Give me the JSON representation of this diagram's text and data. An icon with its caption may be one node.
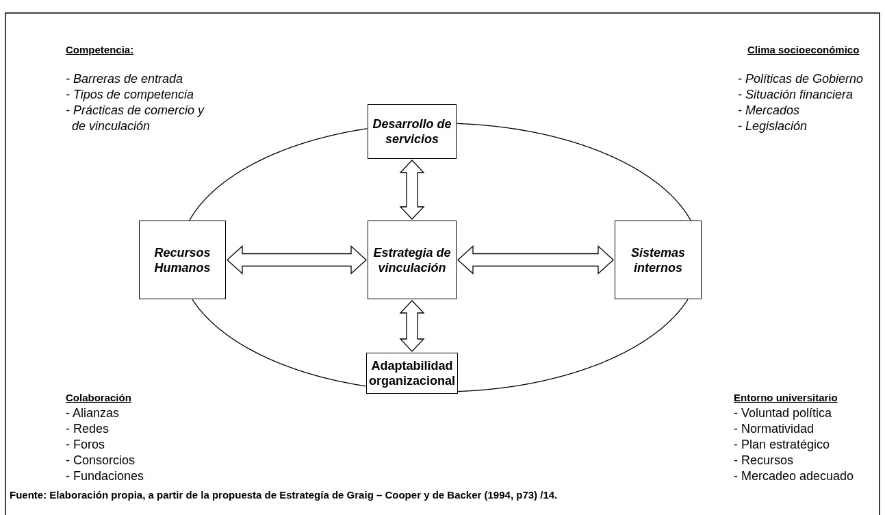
{
  "diagram": {
    "caption": "Fuente: Elaboración propia,  a partir de la propuesta de Estrategía de Graig – Cooper y de Backer (1994, p73) /14.",
    "nodes": [
      {
        "text": [
          "Desarrollo de servicios"
        ]
      },
      {
        "text": [
          "Recursos Humanos"
        ]
      },
      {
        "text": [
          "Estrategia de vinculación"
        ]
      },
      {
        "text": [
          "Sistemas internos"
        ]
      },
      {
        "text": [
          "Adaptabilidad organizacional"
        ]
      }
    ],
    "edges": [
      {
        "from": 0,
        "to": 2,
        "arrow": "both",
        "style": "thick"
      },
      {
        "from": 1,
        "to": 2,
        "arrow": "both",
        "style": "thick"
      },
      {
        "from": 2,
        "to": 3,
        "arrow": "both",
        "style": "thick"
      },
      {
        "from": 2,
        "to": 4,
        "arrow": "both",
        "style": "thick"
      },
      {
        "from": 0,
        "to": 3,
        "arrow": "none"
      },
      {
        "from": 3,
        "to": 4,
        "arrow": "none"
      },
      {
        "from": 4,
        "to": 1,
        "arrow": "none"
      },
      {
        "from": 1,
        "to": 0,
        "arrow": "none"
      }
    ],
    "labels": [
      "Competencia:",
      "- Barreras de entrada",
      "- Tipos de competencia",
      "- Prácticas de comercio y de vinculación",
      "Clima socioeconómico",
      "- Políticas de Gobierno",
      "- Situación financiera",
      "- Mercados",
      "- Legislación",
      "Colaboración",
      "- Alianzas",
      "- Redes",
      "- Foros",
      "- Consorcios",
      "- Fundaciones",
      "Entorno universitario",
      "- Voluntad política",
      "- Normatividad",
      "- Plan estratégico",
      "- Recursos",
      "- Mercadeo adecuado"
    ]
  }
}
